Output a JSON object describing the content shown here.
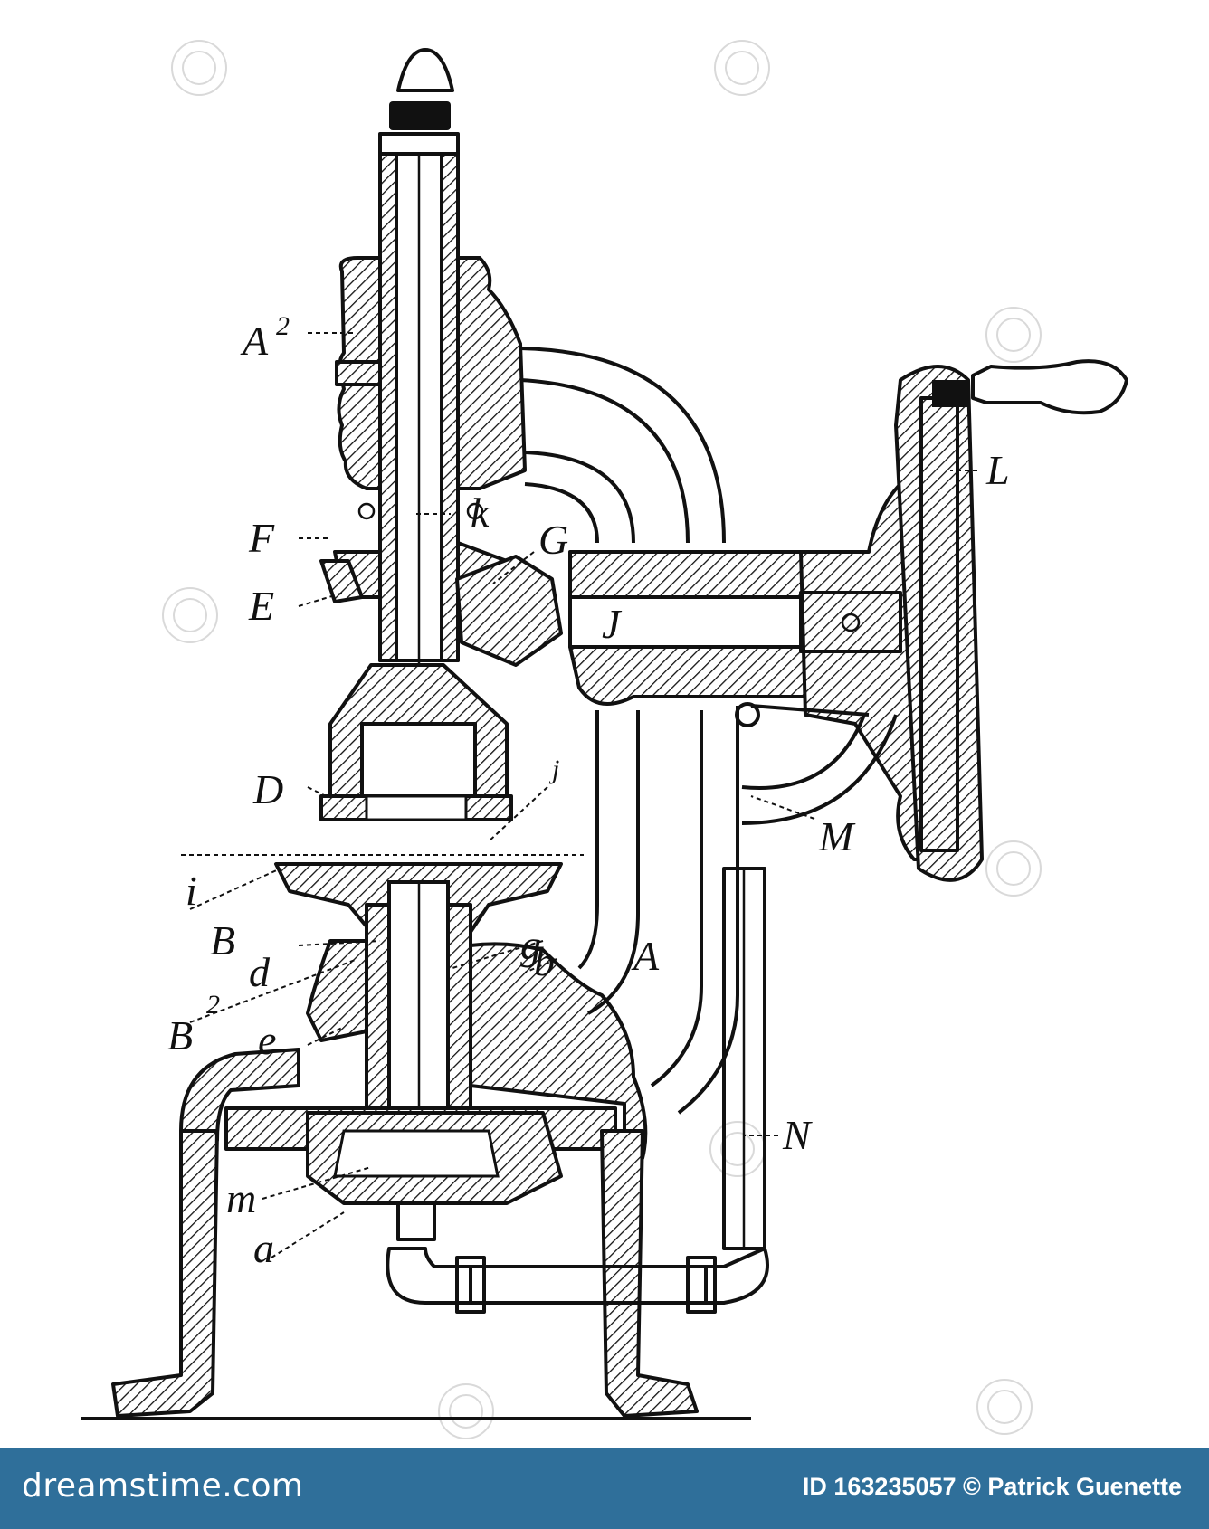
{
  "labels": {
    "A2": "A",
    "A2_sup": "2",
    "F": "F",
    "E": "E",
    "k": "k",
    "G": "G",
    "J": "J",
    "L": "L",
    "D": "D",
    "j": "j",
    "M": "M",
    "i": "i",
    "B": "B",
    "d": "d",
    "g": "g",
    "b": "b",
    "A": "A",
    "B2": "B",
    "B2_sup": "2",
    "e": "e",
    "N": "N",
    "m": "m",
    "a": "a"
  },
  "footer": {
    "logo": "dreamstime.com",
    "id_text": "ID 163235057 © Patrick Guenette"
  },
  "colors": {
    "ink": "#111111",
    "footer_bg": "#2f6f9a",
    "footer_text": "#ffffff",
    "watermark": "#d9d9d9"
  }
}
